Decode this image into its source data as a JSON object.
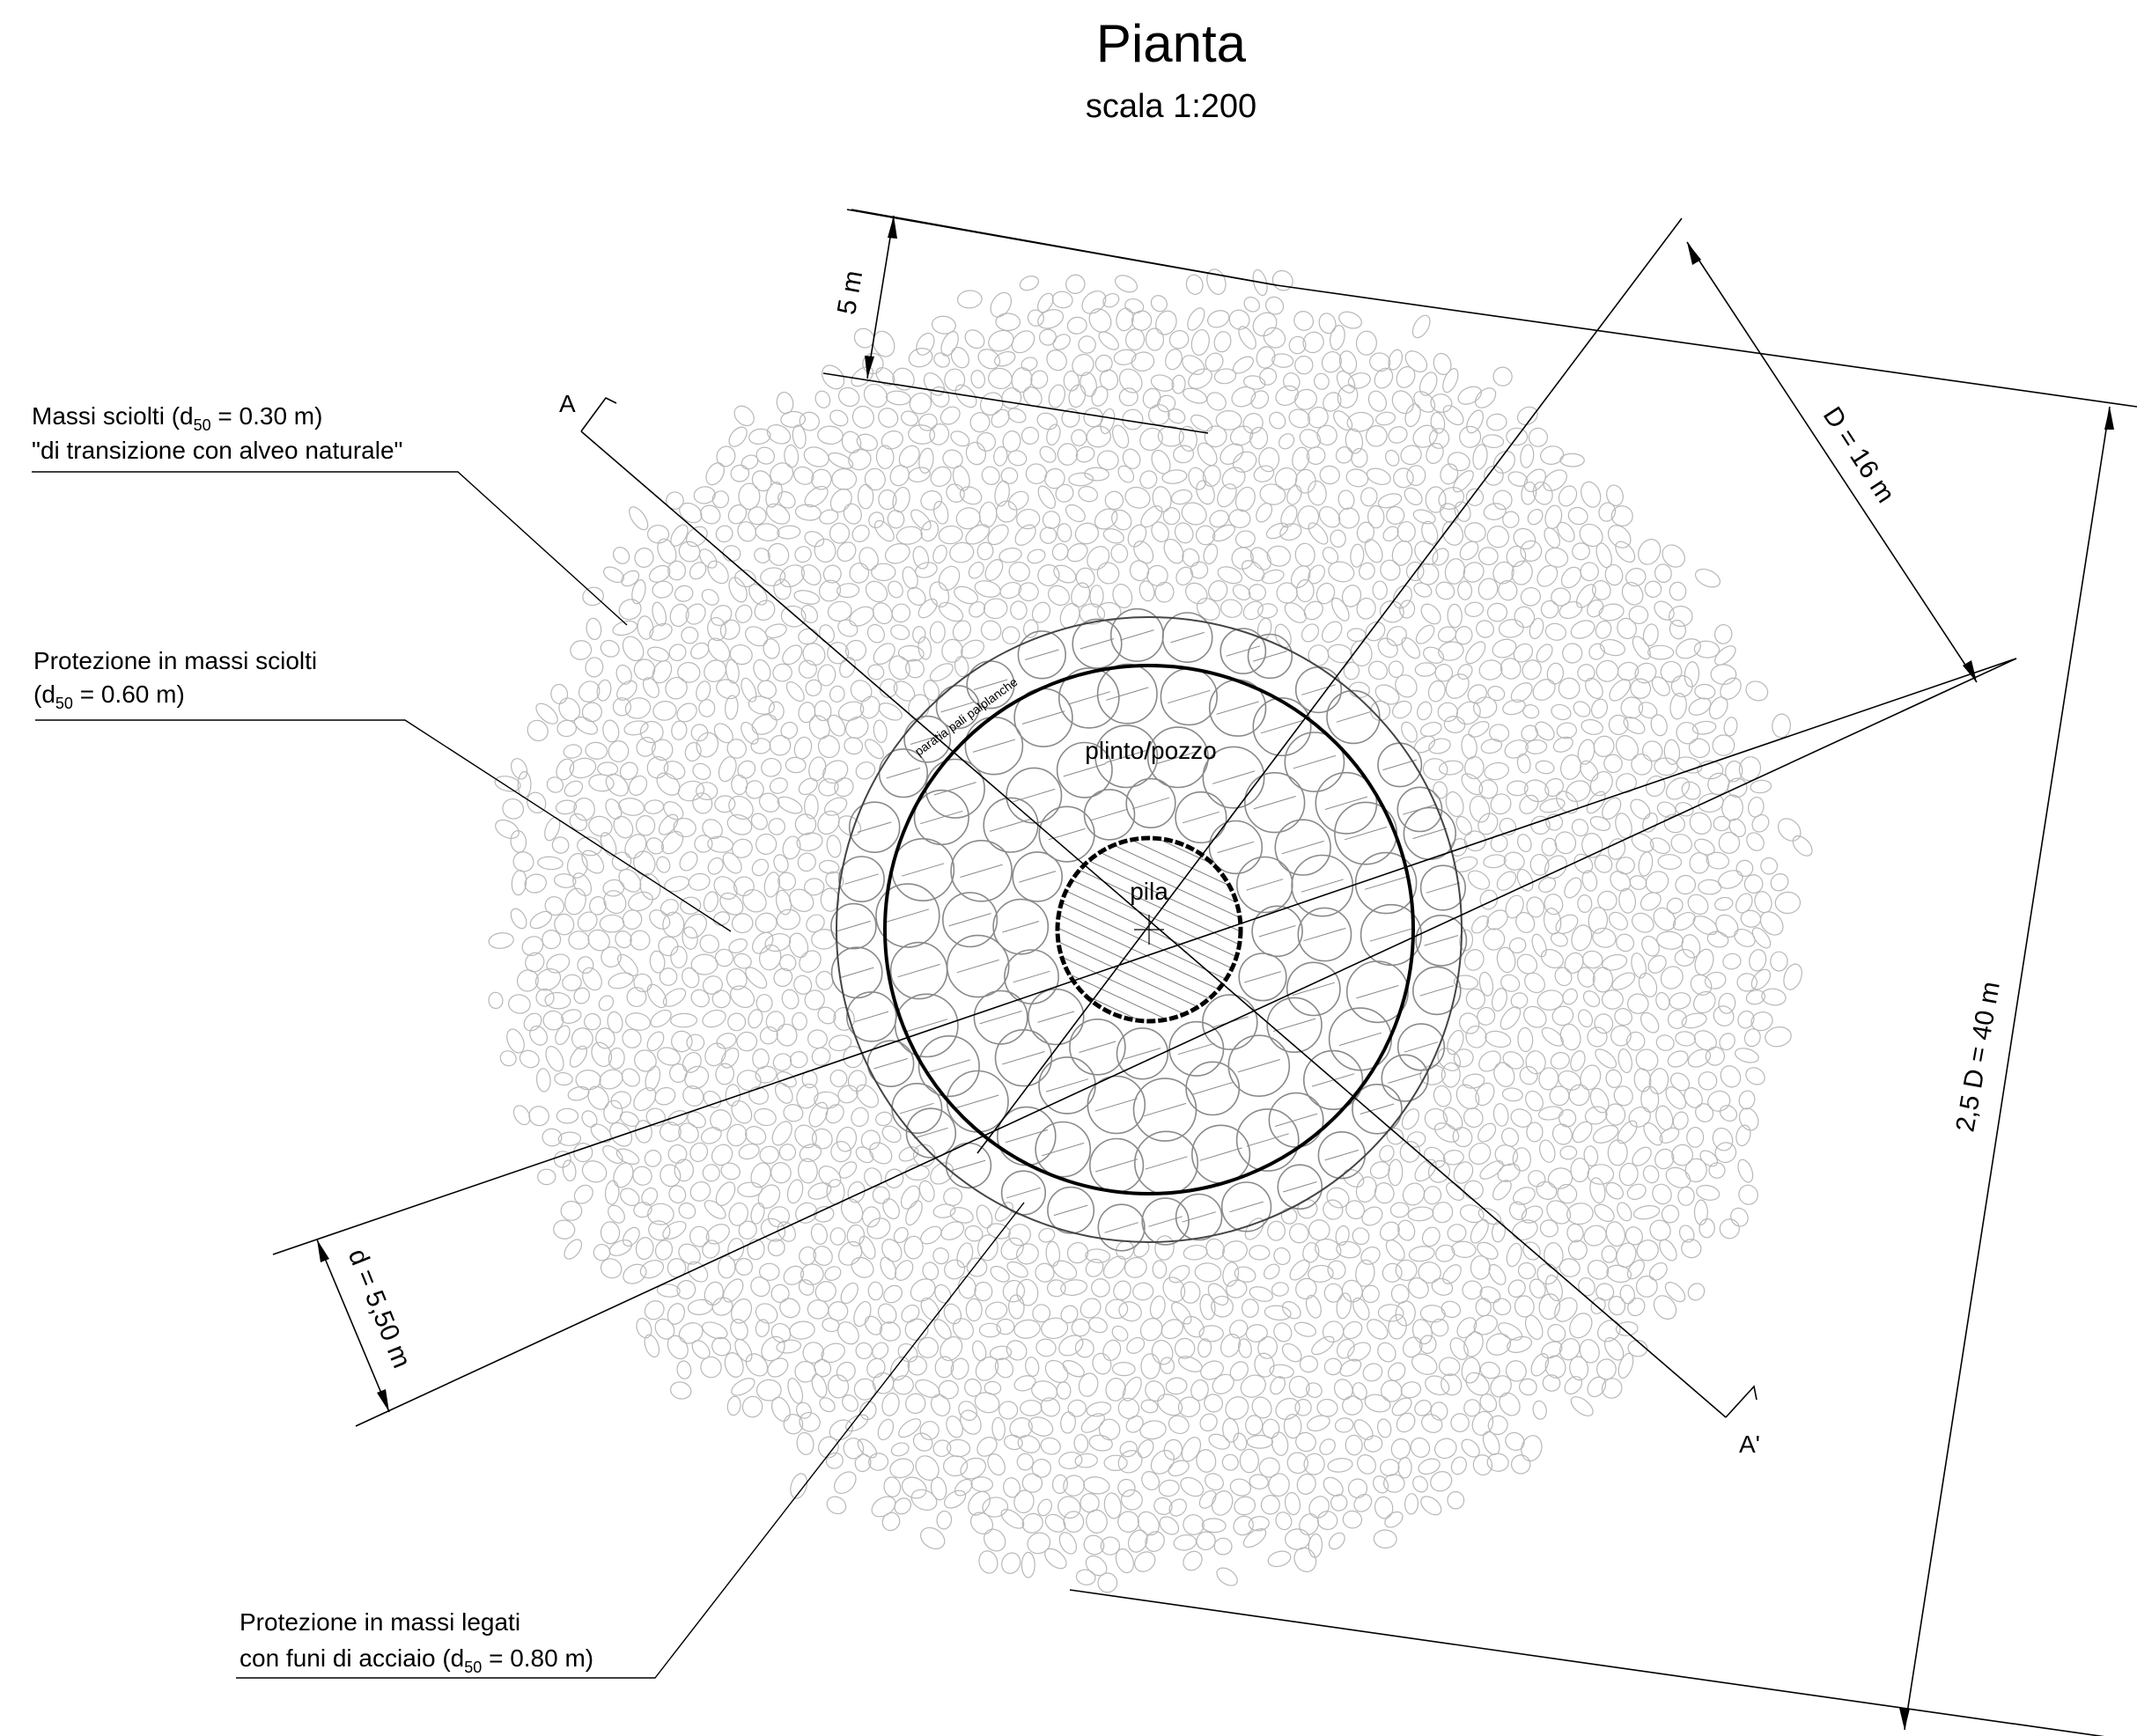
{
  "title": "Pianta",
  "subtitle": "scala 1:200",
  "labels": {
    "massi_sciolti_transizione_line1": "Massi sciolti (d",
    "massi_sciolti_transizione_sub": "50",
    "massi_sciolti_transizione_line1_end": " = 0.30 m)",
    "massi_sciolti_transizione_line2": "\"di transizione con alveo naturale\"",
    "protezione_sciolti_line1": "Protezione in massi sciolti",
    "protezione_sciolti_line2_start": " (d",
    "protezione_sciolti_sub": "50",
    "protezione_sciolti_line2_end": " = 0.60 m)",
    "protezione_legati_line1": "Protezione in massi legati",
    "protezione_legati_line2_start": "con funi di acciaio (d",
    "protezione_legati_sub": "50",
    "protezione_legati_line2_end": " = 0.80 m)",
    "plinto": "plinto/pozzo",
    "pila": "pila",
    "paratia": "paratia pali palplanche",
    "section_a": "A",
    "section_a_prime": "A'"
  },
  "dimensions": {
    "outer": "2,5 D = 40  m",
    "inner": "D = 16  m",
    "transition": "5 m",
    "pier": "d = 5,50 m"
  },
  "colors": {
    "stroke": "#000000",
    "outer_rock": "#b8b8b8",
    "inner_rock": "#8a8a8a",
    "pier_hatch": "#555555"
  }
}
